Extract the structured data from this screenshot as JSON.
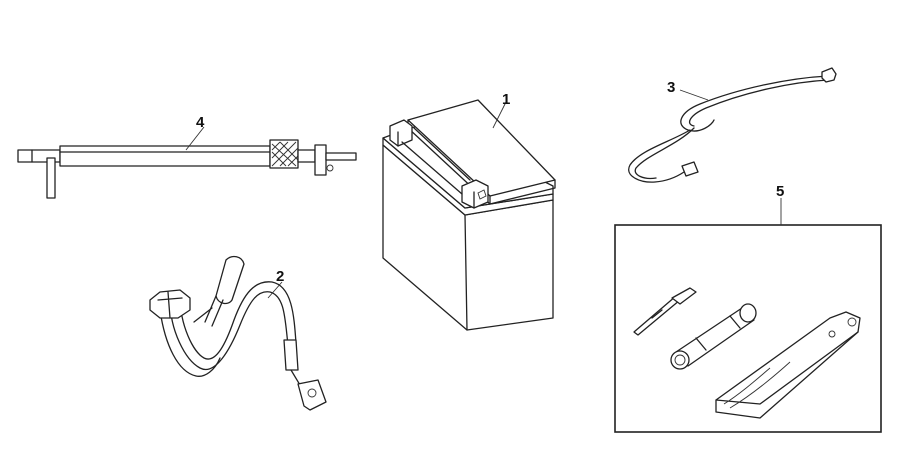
{
  "callouts": [
    {
      "id": "battery",
      "label": "1"
    },
    {
      "id": "cable-negative",
      "label": "2"
    },
    {
      "id": "wire-harness",
      "label": "3"
    },
    {
      "id": "cable-positive",
      "label": "4"
    },
    {
      "id": "tool-kit",
      "label": "5"
    }
  ]
}
